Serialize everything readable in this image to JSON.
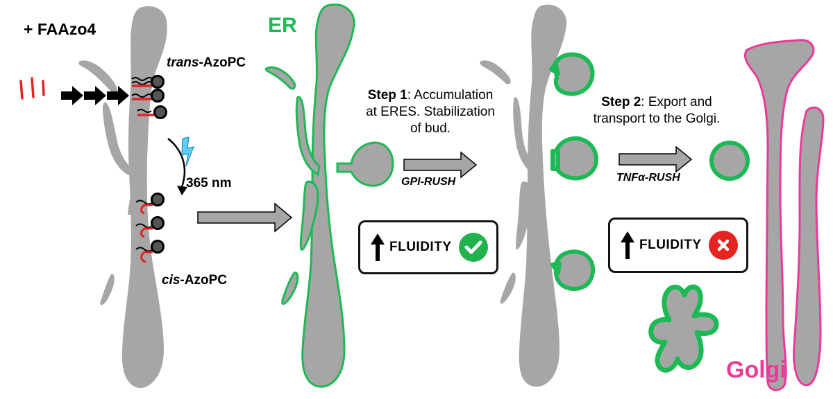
{
  "labels": {
    "faazo4": "+ FAAzo4",
    "trans_prefix": "trans",
    "trans_suffix": "-AzoPC",
    "cis_prefix": "cis",
    "cis_suffix": "-AzoPC",
    "wavelength": "365 nm",
    "er": "ER",
    "golgi": "Golgi",
    "gpi_rush": "GPI-RUSH",
    "tnf_rush": "TNFα-RUSH"
  },
  "step1": {
    "title": "Step 1",
    "line1": ": Accumulation",
    "line2": "at ERES. Stabilization",
    "line3": "of bud."
  },
  "step2": {
    "title": "Step 2",
    "line1": ": Export and",
    "line2": "transport to the Golgi."
  },
  "fluidity_boxes": [
    {
      "text": "FLUIDITY",
      "result": "check",
      "result_color": "#22b24c"
    },
    {
      "text": "FLUIDITY",
      "result": "cross",
      "result_color": "#e52421"
    }
  ],
  "colors": {
    "membrane": "#a6a6a6",
    "er_green": "#1db954",
    "golgi_pink": "#ea3a9a",
    "azo_red": "#e5221e"
  }
}
